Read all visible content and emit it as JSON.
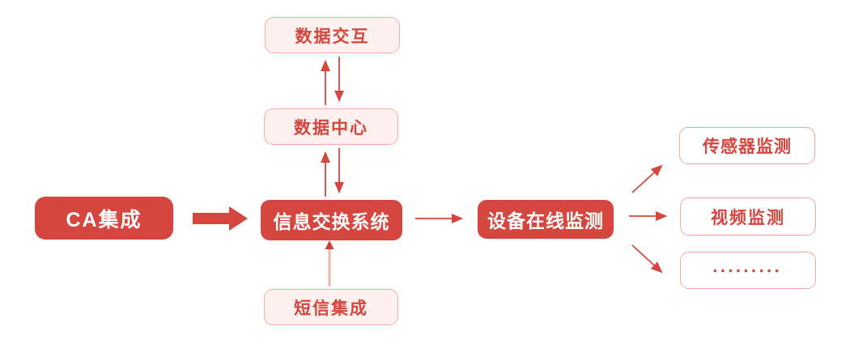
{
  "diagram": {
    "title": "CA integration data-flow diagram",
    "colors": {
      "accent_red": "#d5463e",
      "tint_fill": "#fdf0ee",
      "tint_border": "#f2afaa",
      "outline_border": "#f0a7a1",
      "light_arrow_shaft": "#f3b3ae",
      "background": "#ffffff"
    },
    "nodes": {
      "ca": {
        "label": "CA集成",
        "style": "solid"
      },
      "data_interact": {
        "label": "数据交互",
        "style": "tint"
      },
      "data_center": {
        "label": "数据中心",
        "style": "tint"
      },
      "info_exchange": {
        "label": "信息交换系统",
        "style": "solid"
      },
      "sms": {
        "label": "短信集成",
        "style": "tint"
      },
      "device_online": {
        "label": "设备在线监测",
        "style": "solid"
      },
      "sensor": {
        "label": "传感器监测",
        "style": "outline"
      },
      "video": {
        "label": "视频监测",
        "style": "outline"
      },
      "more": {
        "label": "•••••••••",
        "style": "outline"
      }
    },
    "edges": [
      {
        "from": "ca",
        "to": "info_exchange",
        "type": "block-arrow"
      },
      {
        "from": "data_interact",
        "to": "data_center",
        "type": "bidirectional"
      },
      {
        "from": "data_center",
        "to": "info_exchange",
        "type": "bidirectional"
      },
      {
        "from": "sms",
        "to": "info_exchange",
        "type": "up-arrow"
      },
      {
        "from": "info_exchange",
        "to": "device_online",
        "type": "arrow"
      },
      {
        "from": "device_online",
        "to": "sensor",
        "type": "arrow"
      },
      {
        "from": "device_online",
        "to": "video",
        "type": "arrow"
      },
      {
        "from": "device_online",
        "to": "more",
        "type": "arrow"
      }
    ]
  }
}
